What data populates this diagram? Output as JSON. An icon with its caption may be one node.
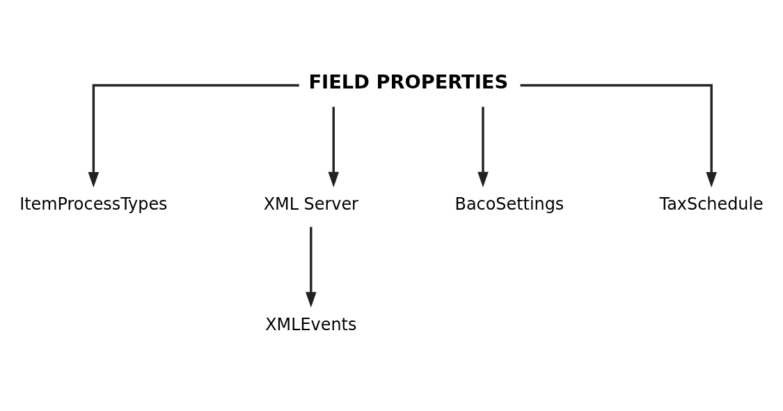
{
  "diagram": {
    "nodes": [
      {
        "text": [
          "FIELD PROPERTIES"
        ]
      },
      {
        "text": [
          "ItemProcessTypes"
        ]
      },
      {
        "text": [
          "XML Server"
        ]
      },
      {
        "text": [
          "BacoSettings"
        ]
      },
      {
        "text": [
          "TaxSchedule"
        ]
      },
      {
        "text": [
          "XMLEvents"
        ]
      }
    ],
    "edges": [
      {
        "from": 0,
        "to": 1,
        "arrow": "to"
      },
      {
        "from": 0,
        "to": 2,
        "arrow": "to"
      },
      {
        "from": 0,
        "to": 3,
        "arrow": "to"
      },
      {
        "from": 0,
        "to": 4,
        "arrow": "to"
      },
      {
        "from": 2,
        "to": 5,
        "arrow": "to"
      }
    ]
  }
}
